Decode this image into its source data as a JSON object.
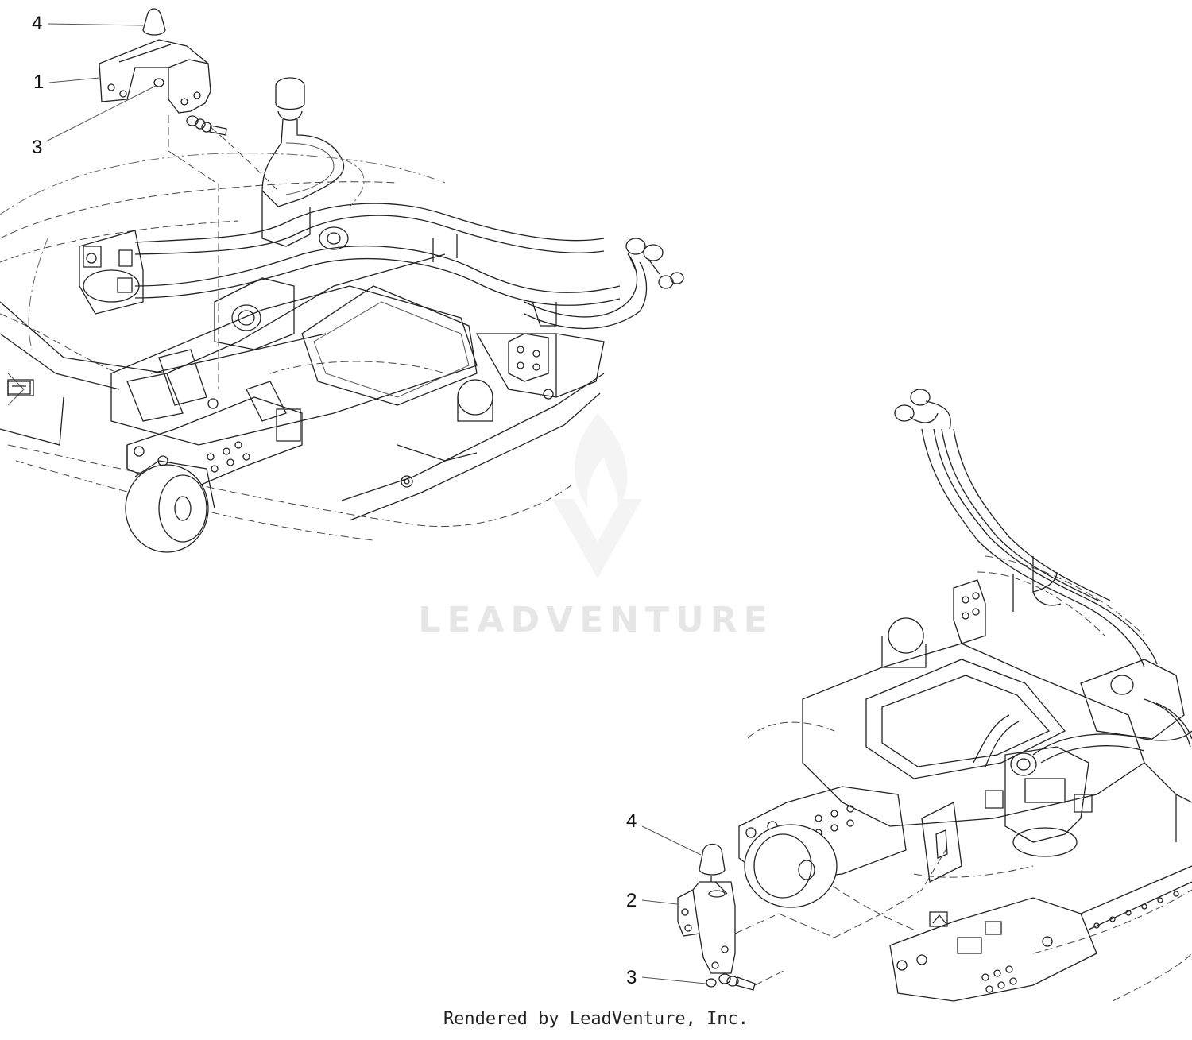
{
  "diagram": {
    "callouts_upper": [
      "4",
      "1",
      "3"
    ],
    "callouts_lower": [
      "4",
      "2",
      "3"
    ],
    "watermark_text": "LEADVENTURE",
    "footer": "Rendered by LeadVenture, Inc."
  }
}
